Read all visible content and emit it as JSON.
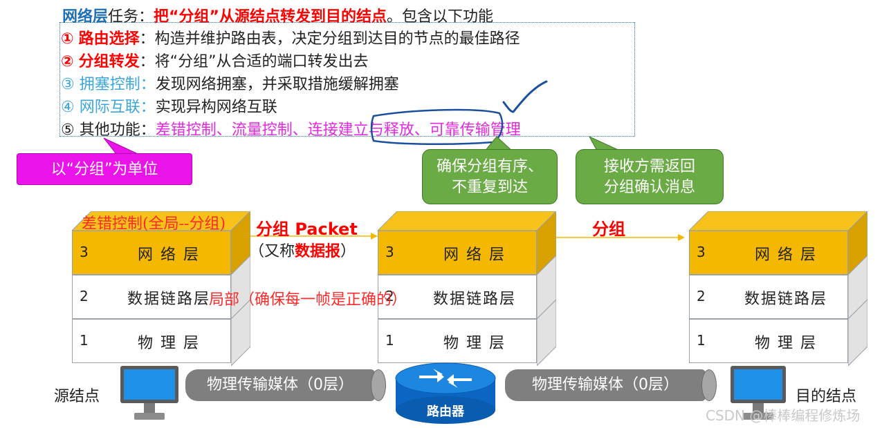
{
  "title_line": {
    "layer_name": "网络层",
    "text1": "任务：",
    "task": "把“分组”从源结点转发到目的结点",
    "text2": "。包含以下功能"
  },
  "functions": [
    {
      "marker": "①",
      "name": "路由选择",
      "sep": "：",
      "desc": "构造并维护路由表，决定分组到达目的节点的最佳路径"
    },
    {
      "marker": "②",
      "name": "分组转发",
      "sep": "：",
      "desc": "将“分组”从合适的端口转发出去"
    },
    {
      "marker": "③",
      "name": "拥塞控制",
      "sep": "：",
      "desc": "发现网络拥塞，并采取措施缓解拥塞"
    },
    {
      "marker": "④",
      "name": "网际互联",
      "sep": "：",
      "desc": "实现异构网络互联"
    },
    {
      "marker": "⑤",
      "name": "其他功能",
      "sep": "：",
      "desc": "差错控制、流量控制、连接建立与释放、可靠传输管理"
    }
  ],
  "callouts": {
    "unit": "以“分组”为单位",
    "ordered_line1": "确保分组有序、",
    "ordered_line2": "不重复到达",
    "ack_line1": "接收方需返回",
    "ack_line2": "分组确认消息"
  },
  "layers": [
    {
      "num": "3",
      "name": "网 络 层"
    },
    {
      "num": "2",
      "name": "数据链路层"
    },
    {
      "num": "1",
      "name": "物 理 层"
    }
  ],
  "labels": {
    "packet_main": "分组 Packet",
    "packet_sub_prefix": "（又称",
    "packet_sub_bold": "数据报",
    "packet_sub_suffix": "）",
    "packet2": "分组",
    "annot_global": "差错控制(全局--分组)",
    "annot_local": "局部（确保每一帧是正确的）",
    "source_node": "源结点",
    "dest_node": "目的结点",
    "media": "物理传输媒体（0层）",
    "router": "路由器",
    "watermark": "CSDN @棒棒编程修炼场"
  },
  "colors": {
    "network_layer": "#f5b800",
    "callout_pink": "#ea14ea",
    "callout_green": "#6bab45",
    "emphasis_red": "#ff0000",
    "heading_blue": "#1f6fb5"
  }
}
